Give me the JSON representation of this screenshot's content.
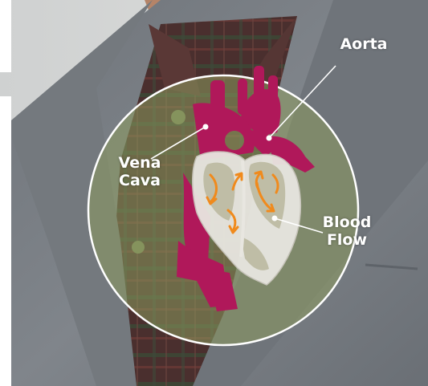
{
  "diagram": {
    "labels": {
      "aorta": "Aorta",
      "vena_cava": [
        "Vena",
        "Cava"
      ],
      "blood_flow": [
        "Blood",
        "Flow"
      ]
    },
    "icons": {
      "heart": "heart-icon",
      "flow_arrows": "flow-arrow-icon"
    },
    "colors": {
      "heart_vessels": "#b0185a",
      "heart_outline": "#e8e6e0",
      "flow_arrows": "#f08a1c",
      "lens_ring": "#ffffff",
      "jacket": "#7b8086",
      "lapel_tint": "#8d9a5e",
      "shirt": "#4a2f2e"
    }
  }
}
